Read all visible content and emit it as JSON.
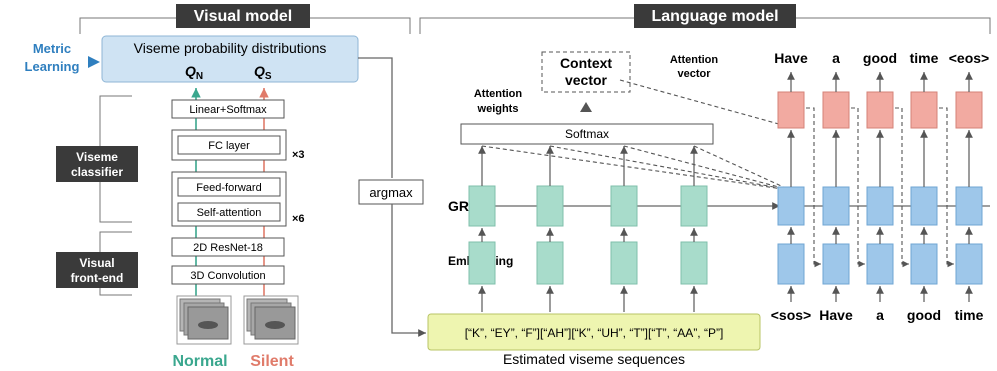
{
  "visual_model": {
    "title": "Visual model",
    "metric_learning": [
      "Metric",
      "Learning"
    ],
    "viseme_prob": "Viseme probability distributions",
    "q_normal": "Q",
    "q_normal_sub": "N",
    "q_silent": "Q",
    "q_silent_sub": "S",
    "linear_softmax": "Linear+Softmax",
    "fc_layer": "FC layer",
    "times3": "×3",
    "feed_forward": "Feed-forward",
    "self_attention": "Self-attention",
    "times6": "×6",
    "resnet": "2D ResNet-18",
    "conv3d": "3D Convolution",
    "viseme_classifier": [
      "Viseme",
      "classifier"
    ],
    "visual_frontend": [
      "Visual",
      "front-end"
    ],
    "normal": "Normal",
    "silent": "Silent",
    "argmax": "argmax"
  },
  "language_model": {
    "title": "Language model",
    "context_vector": [
      "Context",
      "vector"
    ],
    "attention_vector": [
      "Attention",
      "vector"
    ],
    "attention_weights": [
      "Attention",
      "weights"
    ],
    "softmax": "Softmax",
    "gru": "GRU",
    "embedding": "Embedding",
    "sequence": "[“K”, “EY”, “F”][“AH”][“K”, “UH”, “T”][“T”, “AA”, “P”]",
    "estimated": "Estimated viseme sequences",
    "outputs": [
      "Have",
      "a",
      "good",
      "time",
      "<eos>"
    ],
    "inputs": [
      "<sos>",
      "Have",
      "a",
      "good",
      "time"
    ]
  },
  "colors": {
    "normal": "#3aa78e",
    "silent": "#e07b6a",
    "metric": "#2f7fbf",
    "encoder_cell": "#a8dccb",
    "decoder_cell": "#9ec7ea",
    "attention_cell": "#f2aaa1",
    "sequence_box": "#eef5b0",
    "prob_box": "#cfe3f3"
  }
}
